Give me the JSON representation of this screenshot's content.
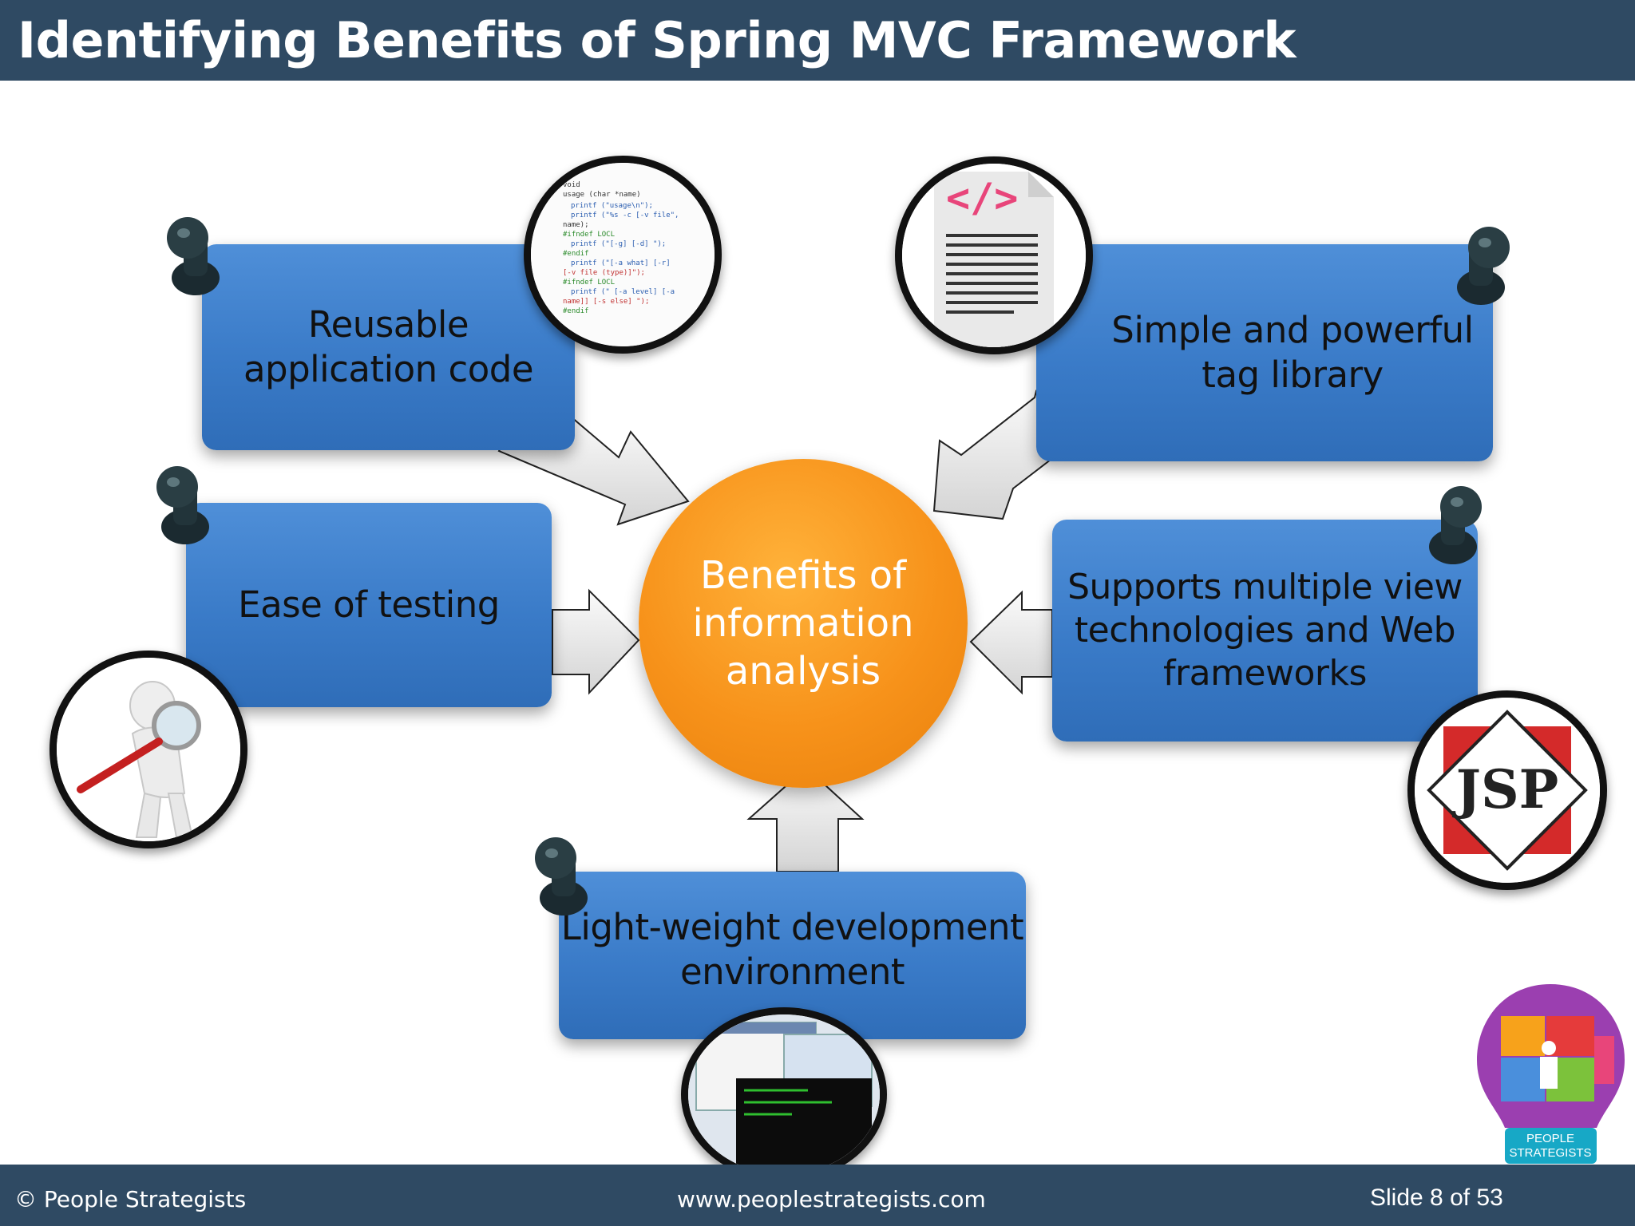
{
  "header": {
    "title": "Identifying Benefits of Spring MVC Framework"
  },
  "center": {
    "lines": [
      "Benefits of",
      "information",
      "analysis"
    ]
  },
  "boxes": {
    "reusable": {
      "lines": [
        "Reusable",
        "application code"
      ]
    },
    "taglib": {
      "lines": [
        "Simple and powerful",
        "tag library"
      ]
    },
    "testing": {
      "lines": [
        "Ease of testing"
      ]
    },
    "views": {
      "lines": [
        "Supports multiple view",
        "technologies and Web",
        "frameworks"
      ]
    },
    "lightweight": {
      "lines": [
        "Light-weight development",
        "environment"
      ]
    }
  },
  "icons": {
    "code_snippet": "code-snippet-icon",
    "html_document": "html-document-icon",
    "magnifier_figure": "magnifier-figure-icon",
    "jsp_logo": "jsp-logo-icon",
    "terminal_screenshot": "terminal-screenshot-icon",
    "jsp_text": "JSP",
    "html_tag_text": "</>"
  },
  "logo": {
    "line1": "PEOPLE",
    "line2": "STRATEGISTS"
  },
  "footer": {
    "copyright": "© People Strategists",
    "url": "www.peoplestrategists.com",
    "slide": "Slide 8 of 53"
  },
  "colors": {
    "header": "#2f4a63",
    "box": "#3a7bc8",
    "center": "#f7921a",
    "arrow": "#e6e6e6"
  }
}
